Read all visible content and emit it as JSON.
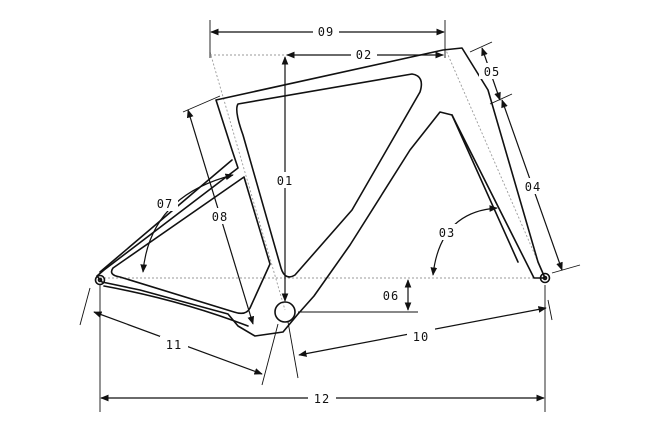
{
  "labels": {
    "m01": "01",
    "m02": "02",
    "m03": "03",
    "m04": "04",
    "m05": "05",
    "m06": "06",
    "m07": "07",
    "m08": "08",
    "m09": "09",
    "m10": "10",
    "m11": "11",
    "m12": "12"
  },
  "colors": {
    "line": "#111111",
    "reference": "#9a9a9a",
    "background": "#ffffff"
  }
}
